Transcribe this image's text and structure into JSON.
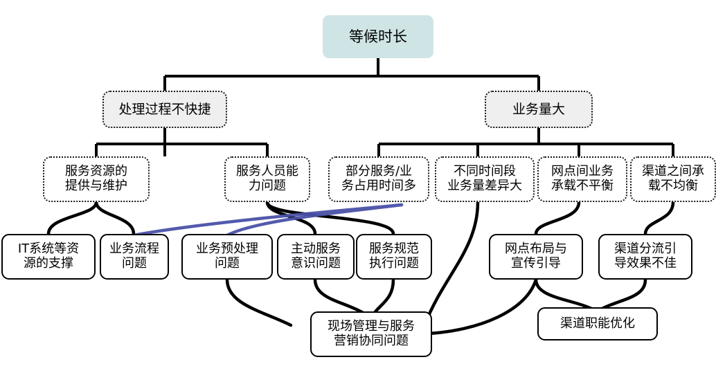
{
  "diagram": {
    "title": "等候时长",
    "type": "tree-diagram",
    "colors": {
      "root_fill": "#cfe4e5",
      "level2_fill": "#efefef",
      "node_fill": "#ffffff",
      "stroke": "#000000",
      "cross_link": "#4a52a8"
    },
    "nodes": {
      "root": "等候时长",
      "l2_left": "处理过程不快捷",
      "l2_right": "业务量大",
      "l3_a": "服务资源的\n提供与维护",
      "l3_b": "服务人员能\n力问题",
      "l3_c": "部分服务/业\n务占用时间多",
      "l3_d": "不同时间段\n业务量差异大",
      "l3_e": "网点间业务\n承载不平衡",
      "l3_f": "渠道之间承\n载不均衡",
      "l4_a": "IT系统等资\n源的支撑",
      "l4_b": "业务流程\n问题",
      "l4_c": "业务预处理\n问题",
      "l4_d": "主动服务\n意识问题",
      "l4_e": "服务规范\n执行问题",
      "l4_f": "网点布局与\n宣传引导",
      "l4_g": "渠道分流引\n导效果不佳",
      "l5_a": "现场管理与服务\n营销协同问题",
      "l5_b": "渠道职能优化"
    }
  }
}
